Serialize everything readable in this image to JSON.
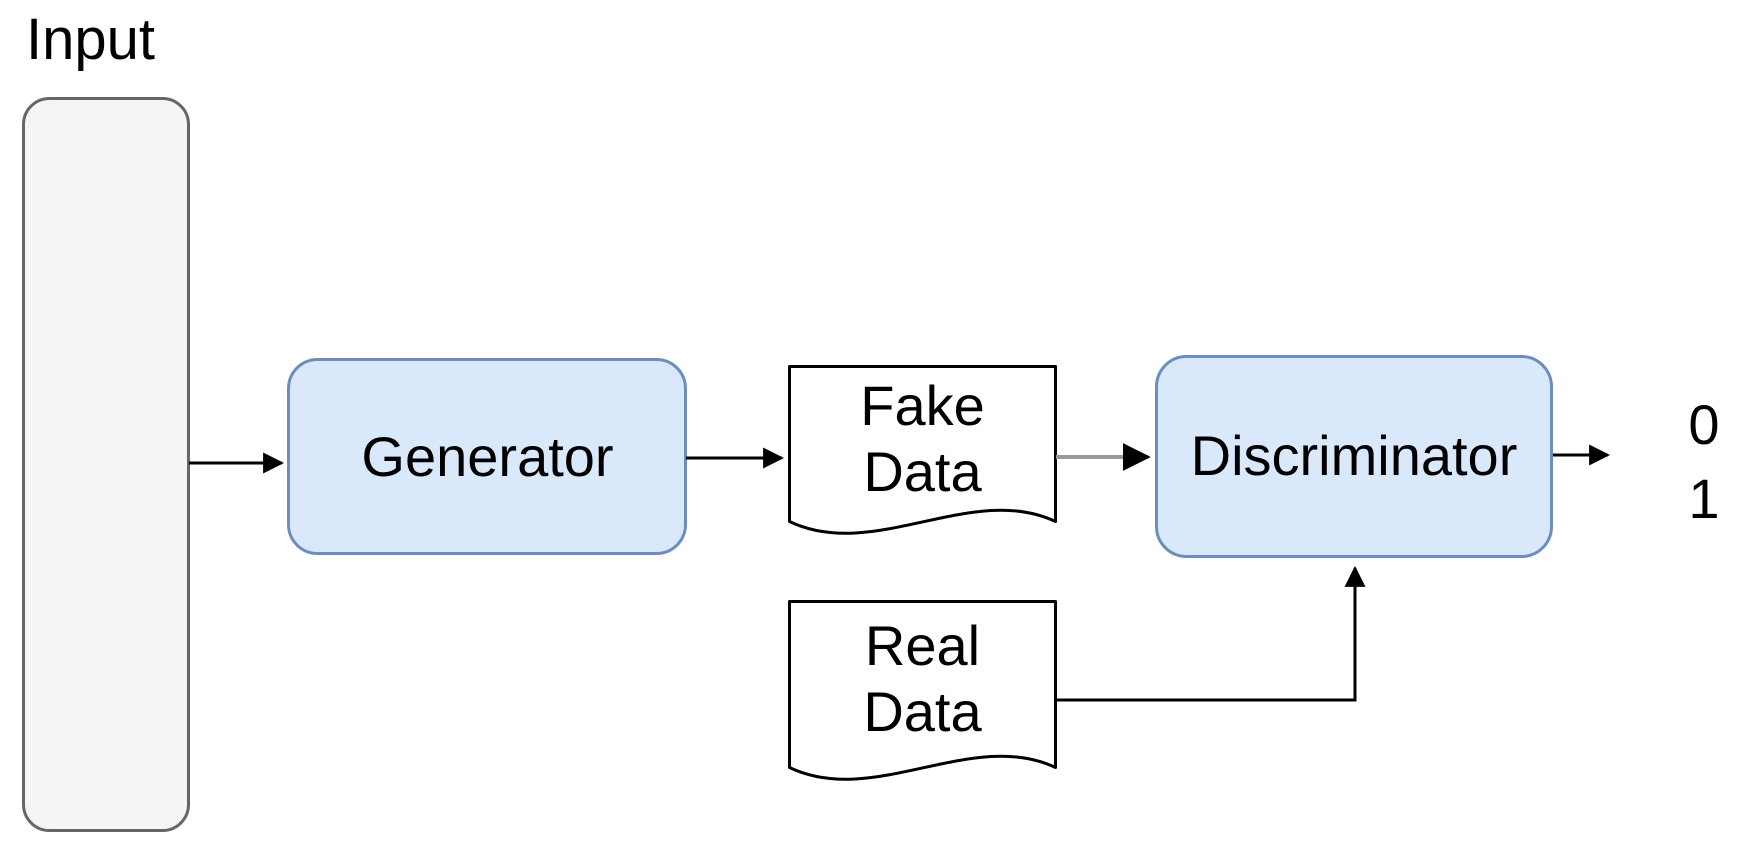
{
  "diagram": {
    "type": "flowchart",
    "nodes": {
      "input": {
        "label": "Input",
        "shape": "rounded-rectangle",
        "fill": "#f5f5f5",
        "stroke": "#666666"
      },
      "generator": {
        "label": "Generator",
        "shape": "rounded-rectangle",
        "fill": "#dae8fc",
        "stroke": "#6c8ebf"
      },
      "fake_data": {
        "line1": "Fake",
        "line2": "Data",
        "shape": "document",
        "fill": "#ffffff",
        "stroke": "#000000"
      },
      "discriminator": {
        "label": "Discriminator",
        "shape": "rounded-rectangle",
        "fill": "#dae8fc",
        "stroke": "#6c8ebf"
      },
      "real_data": {
        "line1": "Real",
        "line2": "Data",
        "shape": "document",
        "fill": "#ffffff",
        "stroke": "#000000"
      },
      "output": {
        "zero": "0",
        "one": "1"
      }
    },
    "edges": {
      "default_color": "#000000",
      "fake_to_discriminator_color": "#999999"
    }
  }
}
